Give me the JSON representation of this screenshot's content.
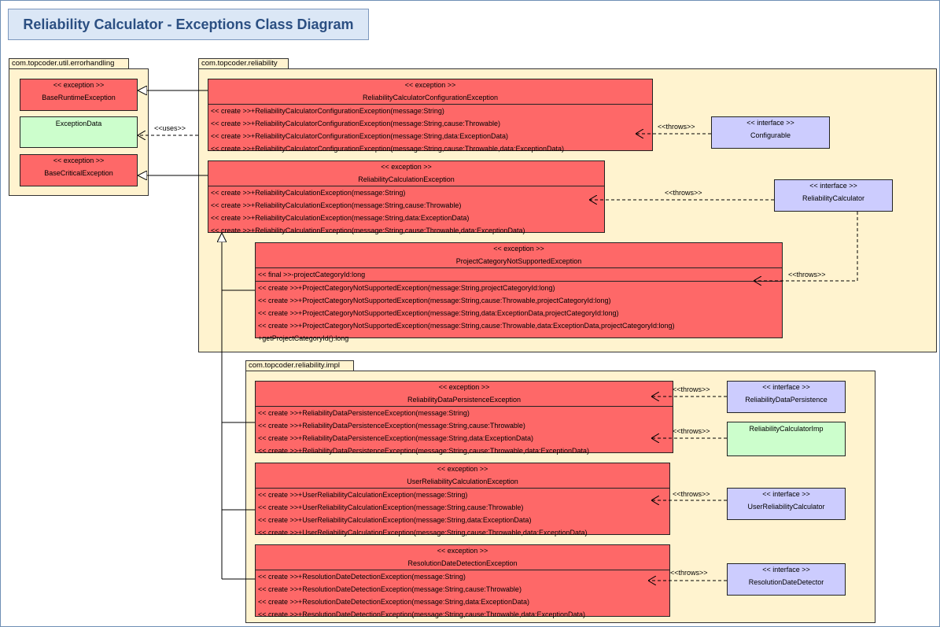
{
  "diagram_title": "Reliability Calculator - Exceptions Class Diagram",
  "packages": {
    "errorhandling": "com.topcoder.util.errorhandling",
    "reliability": "com.topcoder.reliability",
    "impl": "com.topcoder.reliability.impl"
  },
  "stereotypes": {
    "exception": "<< exception >>",
    "interface": "<< interface >>"
  },
  "errorhandling_classes": {
    "base_runtime": "BaseRuntimeException",
    "exception_data": "ExceptionData",
    "base_critical": "BaseCriticalException"
  },
  "config_exception": {
    "name": "ReliabilityCalculatorConfigurationException",
    "ops": [
      "<< create >>+ReliabilityCalculatorConfigurationException(message:String)",
      "<< create >>+ReliabilityCalculatorConfigurationException(message:String,cause:Throwable)",
      "<< create >>+ReliabilityCalculatorConfigurationException(message:String,data:ExceptionData)",
      "<< create >>+ReliabilityCalculatorConfigurationException(message:String,cause:Throwable,data:ExceptionData)"
    ]
  },
  "calc_exception": {
    "name": "ReliabilityCalculationException",
    "ops": [
      "<< create >>+ReliabilityCalculationException(message:String)",
      "<< create >>+ReliabilityCalculationException(message:String,cause:Throwable)",
      "<< create >>+ReliabilityCalculationException(message:String,data:ExceptionData)",
      "<< create >>+ReliabilityCalculationException(message:String,cause:Throwable,data:ExceptionData)"
    ]
  },
  "pcns_exception": {
    "name": "ProjectCategoryNotSupportedException",
    "attr": "<< final >>-projectCategoryId:long",
    "ops": [
      "<< create >>+ProjectCategoryNotSupportedException(message:String,projectCategoryId:long)",
      "<< create >>+ProjectCategoryNotSupportedException(message:String,cause:Throwable,projectCategoryId:long)",
      "<< create >>+ProjectCategoryNotSupportedException(message:String,data:ExceptionData,projectCategoryId:long)",
      "<< create >>+ProjectCategoryNotSupportedException(message:String,cause:Throwable,data:ExceptionData,projectCategoryId:long)",
      "+getProjectCategoryId():long"
    ]
  },
  "persistence_exception": {
    "name": "ReliabilityDataPersistenceException",
    "ops": [
      "<< create >>+ReliabilityDataPersistenceException(message:String)",
      "<< create >>+ReliabilityDataPersistenceException(message:String,cause:Throwable)",
      "<< create >>+ReliabilityDataPersistenceException(message:String,data:ExceptionData)",
      "<< create >>+ReliabilityDataPersistenceException(message:String,cause:Throwable,data:ExceptionData)"
    ]
  },
  "user_exception": {
    "name": "UserReliabilityCalculationException",
    "ops": [
      "<< create >>+UserReliabilityCalculationException(message:String)",
      "<< create >>+UserReliabilityCalculationException(message:String,cause:Throwable)",
      "<< create >>+UserReliabilityCalculationException(message:String,data:ExceptionData)",
      "<< create >>+UserReliabilityCalculationException(message:String,cause:Throwable,data:ExceptionData)"
    ]
  },
  "resolution_exception": {
    "name": "ResolutionDateDetectionException",
    "ops": [
      "<< create >>+ResolutionDateDetectionException(message:String)",
      "<< create >>+ResolutionDateDetectionException(message:String,cause:Throwable)",
      "<< create >>+ResolutionDateDetectionException(message:String,data:ExceptionData)",
      "<< create >>+ResolutionDateDetectionException(message:String,cause:Throwable,data:ExceptionData)"
    ]
  },
  "interfaces": {
    "configurable": "Configurable",
    "reliability_calculator": "ReliabilityCalculator",
    "reliability_data_persistence": "ReliabilityDataPersistence",
    "reliability_calculator_impl": "ReliabilityCalculatorImp",
    "user_reliability_calculator": "UserReliabilityCalculator",
    "resolution_date_detector": "ResolutionDateDetector"
  },
  "relation_labels": {
    "uses": "<<uses>>",
    "throws": "<<throws>>"
  },
  "colors": {
    "exception_fill": "#fe6868",
    "class_fill": "#ccfecc",
    "interface_fill": "#ccccfe",
    "package_fill": "#fff3cf",
    "title_fill": "#dbe7f6",
    "title_text": "#2b4f82"
  }
}
